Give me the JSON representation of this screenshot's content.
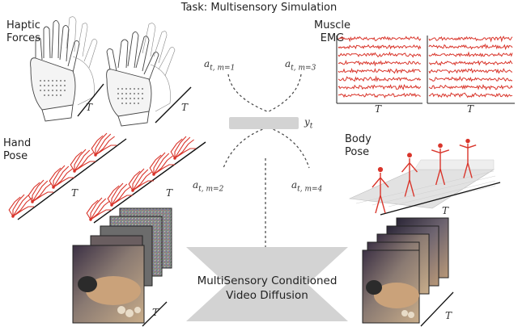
{
  "title": "Task: Multisensory Simulation",
  "labels": {
    "haptic": [
      "Haptic",
      "Forces"
    ],
    "muscle": [
      "Muscle",
      "EMG"
    ],
    "hand_pose": [
      "Hand",
      "Pose"
    ],
    "body_pose": [
      "Body",
      "Pose"
    ],
    "diffusion": [
      "MultiSensory Conditioned",
      "Video Diffusion"
    ]
  },
  "time_label": "T",
  "conditioning": {
    "y": "y",
    "y_sub": "t",
    "a1": "a",
    "a1_sub": "t, m=1",
    "a3": "a",
    "a3_sub": "t, m=3",
    "a2": "a",
    "a2_sub": "t, m=2",
    "a4": "a",
    "a4_sub": "t, m=4"
  },
  "colors": {
    "signal": "#d9352b",
    "pose": "#d9352b",
    "block": "#d3d3d3",
    "outline": "#333333"
  }
}
